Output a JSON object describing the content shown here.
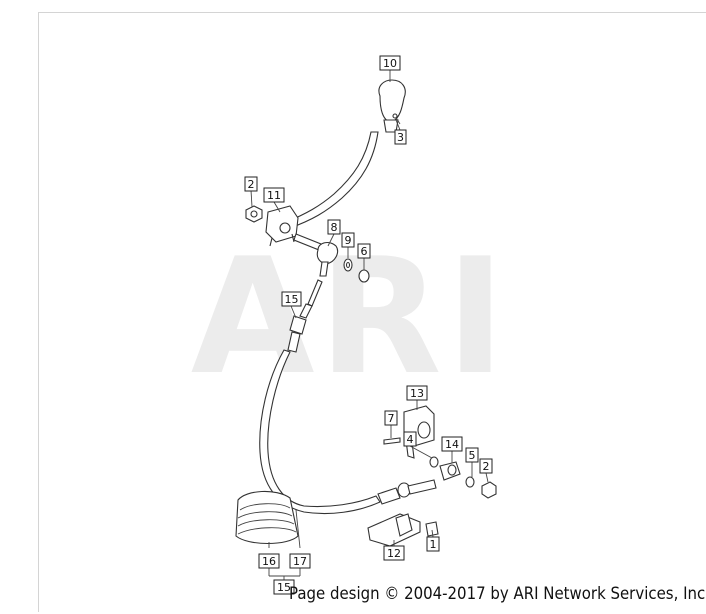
{
  "watermark": "ARI",
  "copyright": "Page design © 2004-2017 by ARI Network Services, Inc.",
  "callouts": {
    "c1": "1",
    "c2a": "2",
    "c2b": "2",
    "c3": "3",
    "c4": "4",
    "c5": "5",
    "c6": "6",
    "c7": "7",
    "c8": "8",
    "c9": "9",
    "c10": "10",
    "c11": "11",
    "c12": "12",
    "c13": "13",
    "c14": "14",
    "c15a": "15",
    "c15b": "15",
    "c16": "16",
    "c17": "17"
  }
}
